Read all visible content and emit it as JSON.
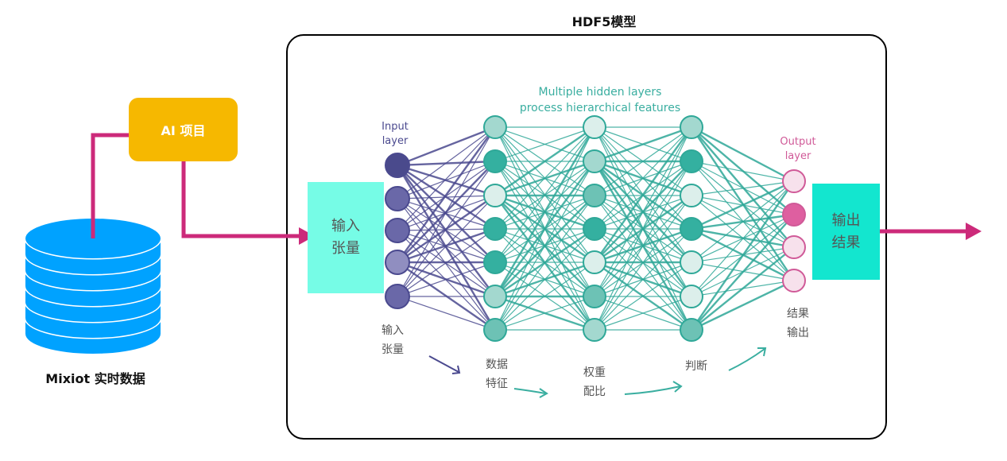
{
  "title": "HDF5模型",
  "ai_project": {
    "label": "AI 项目"
  },
  "database": {
    "label": "Mixiot 实时数据",
    "icon": "database-icon"
  },
  "input_tensor_box": {
    "line1": "输入",
    "line2": "张量"
  },
  "output_result_box": {
    "line1": "输出",
    "line2": "结果"
  },
  "network": {
    "hidden_caption_line1": "Multiple hidden layers",
    "hidden_caption_line2": "process hierarchical features",
    "input_caption_line1": "Input",
    "input_caption_line2": "layer",
    "output_caption_line1": "Output",
    "output_caption_line2": "layer",
    "layers": [
      {
        "name": "input",
        "color": "#4b4a8f",
        "nodes": [
          "#4a4a8c",
          "#6a68a8",
          "#6a68a8",
          "#908ec0",
          "#6a68a8"
        ]
      },
      {
        "name": "hidden1",
        "color": "#2fa898",
        "nodes": [
          "#a3d8cf",
          "#34b0a0",
          "#dcefeb",
          "#34b0a0",
          "#34b0a0",
          "#a3d8cf",
          "#6dc2b5"
        ]
      },
      {
        "name": "hidden2",
        "color": "#2fa898",
        "nodes": [
          "#dcefeb",
          "#a3d8cf",
          "#6dc2b5",
          "#34b0a0",
          "#dcefeb",
          "#6dc2b5",
          "#a3d8cf"
        ]
      },
      {
        "name": "hidden3",
        "color": "#2fa898",
        "nodes": [
          "#a3d8cf",
          "#34b0a0",
          "#dcefeb",
          "#34b0a0",
          "#dcefeb",
          "#dcefeb",
          "#6dc2b5"
        ]
      },
      {
        "name": "output",
        "color": "#d05a98",
        "nodes": [
          "#f7e1ec",
          "#de5fa0",
          "#f7e1ec",
          "#f7e1ec"
        ]
      }
    ]
  },
  "stages": {
    "input_tensor": {
      "line1": "输入",
      "line2": "张量"
    },
    "data_features": {
      "line1": "数据",
      "line2": "特征"
    },
    "weight_ratio": {
      "line1": "权重",
      "line2": "配比"
    },
    "judgement": {
      "line1": "判断"
    },
    "result_output": {
      "line1": "结果",
      "line2": "输出"
    }
  },
  "colors": {
    "connector": "#cc2a7a",
    "ai_box": "#f6b800",
    "database": "#00a2ff",
    "input_box": "#76fce6",
    "output_box": "#13e6cf"
  }
}
